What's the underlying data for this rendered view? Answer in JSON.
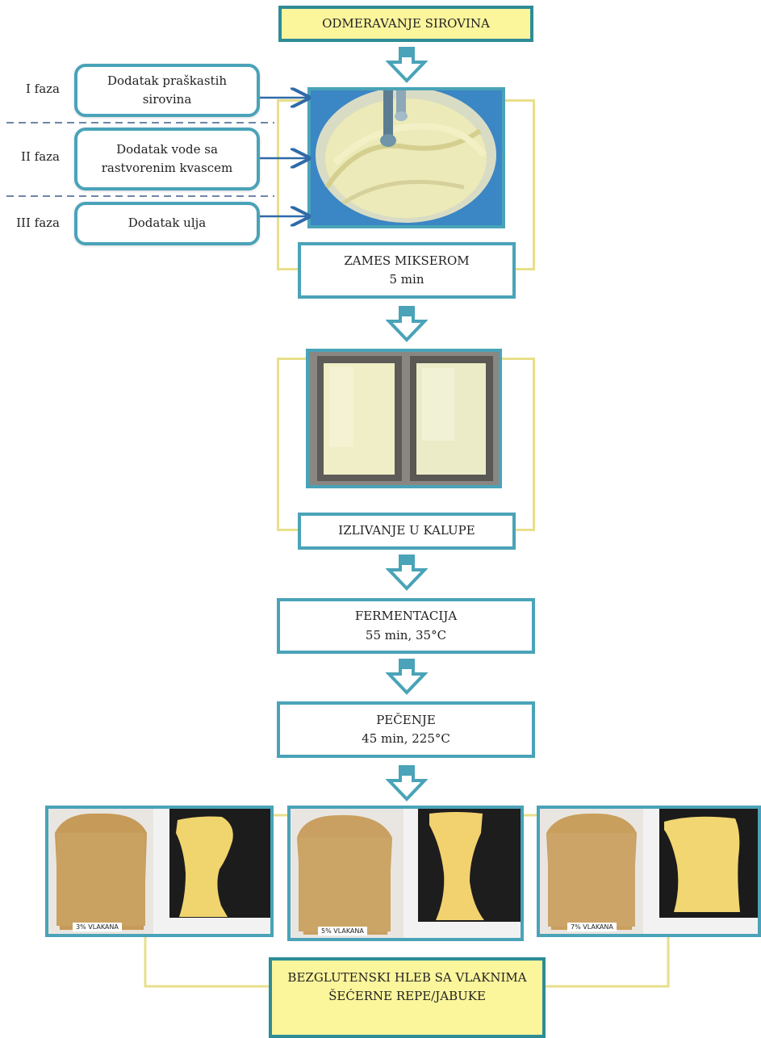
{
  "steps": {
    "measure": "ODMERAVANJE SIROVINA",
    "mixing": {
      "title": "ZAMES MIKSEROM",
      "detail": "5 min"
    },
    "pouring": "IZLIVANJE U KALUPE",
    "fermentation": {
      "title": "FERMENTACIJA",
      "detail": "55 min, 35°C"
    },
    "baking": {
      "title": "PEČENJE",
      "detail": "45 min, 225°C"
    },
    "result": {
      "line1": "BEZGLUTENSKI HLEB SA VLAKNIMA",
      "line2": "ŠEĆERNE REPE/JABUKE"
    }
  },
  "phases": [
    {
      "label": "I faza",
      "line1": "Dodatak praškastih",
      "line2": "sirovina"
    },
    {
      "label": "II faza",
      "line1": "Dodatak vode sa",
      "line2": "rastvorenim kvascem"
    },
    {
      "label": "III faza",
      "line1": "Dodatak ulja",
      "line2": ""
    }
  ],
  "samples": [
    "3% VLAKANA",
    "5% VLAKANA",
    "7% VLAKANA"
  ],
  "colors": {
    "box_border": "#4aa3b8",
    "bracket": "#e8df8a",
    "result_fill": "#fbf59c",
    "dashed": "#3d5f8a"
  }
}
